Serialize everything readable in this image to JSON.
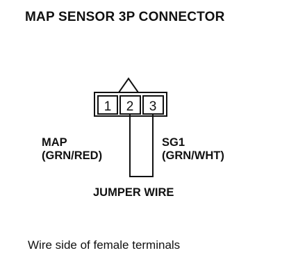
{
  "title": "MAP SENSOR 3P CONNECTOR",
  "connector": {
    "pins": [
      "1",
      "2",
      "3"
    ]
  },
  "labels": {
    "map": {
      "name": "MAP",
      "wire": "(GRN/RED)"
    },
    "sg1": {
      "name": "SG1",
      "wire": "(GRN/WHT)"
    },
    "jumper": "JUMPER WIRE"
  },
  "caption": "Wire side of female terminals",
  "colors": {
    "ink": "#111111",
    "background": "#ffffff"
  }
}
